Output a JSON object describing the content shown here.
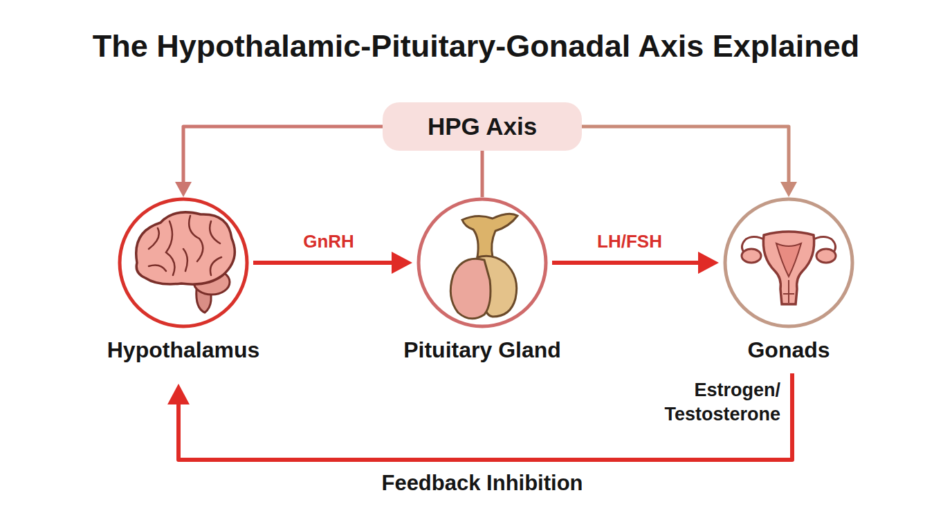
{
  "diagram": {
    "title": "The Hypothalamic-Pituitary-Gonadal Axis Explained",
    "nodes": [
      {
        "text": [
          "HPG Axis"
        ]
      },
      {
        "text": [
          "Hypothalamus"
        ]
      },
      {
        "text": [
          "Pituitary Gland"
        ]
      },
      {
        "text": [
          "Gonads"
        ]
      }
    ],
    "edges": [
      {
        "from": 0,
        "to": 1,
        "arrow": "to"
      },
      {
        "from": 0,
        "to": 2,
        "arrow": "none"
      },
      {
        "from": 0,
        "to": 3,
        "arrow": "to"
      },
      {
        "from": 1,
        "to": 2,
        "label": "GnRH",
        "arrow": "to"
      },
      {
        "from": 2,
        "to": 3,
        "label": "LH/FSH",
        "arrow": "to"
      },
      {
        "from": 3,
        "to": 1,
        "label": "Feedback Inhibition",
        "arrow": "to"
      }
    ],
    "labels": [
      "Estrogen/ Testosterone"
    ]
  }
}
